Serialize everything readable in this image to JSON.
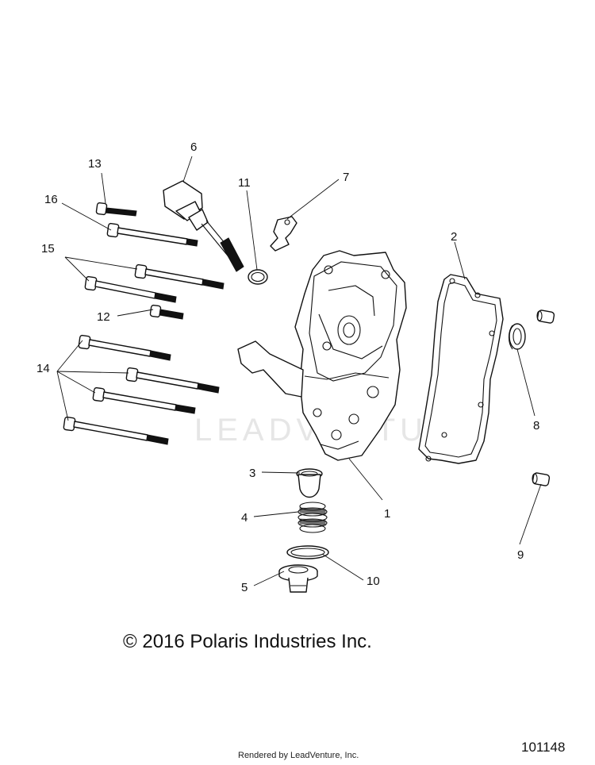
{
  "copyright": "© 2016 Polaris Industries Inc.",
  "rendered_by": "Rendered by LeadVenture, Inc.",
  "drawing_number": "101148",
  "watermark": "LEADVENTURE",
  "callouts": {
    "c1": "1",
    "c2": "2",
    "c3": "3",
    "c4": "4",
    "c5": "5",
    "c6": "6",
    "c7": "7",
    "c8": "8",
    "c9": "9",
    "c10": "10",
    "c11": "11",
    "c12": "12",
    "c13": "13",
    "c14": "14",
    "c15": "15",
    "c16": "16"
  }
}
